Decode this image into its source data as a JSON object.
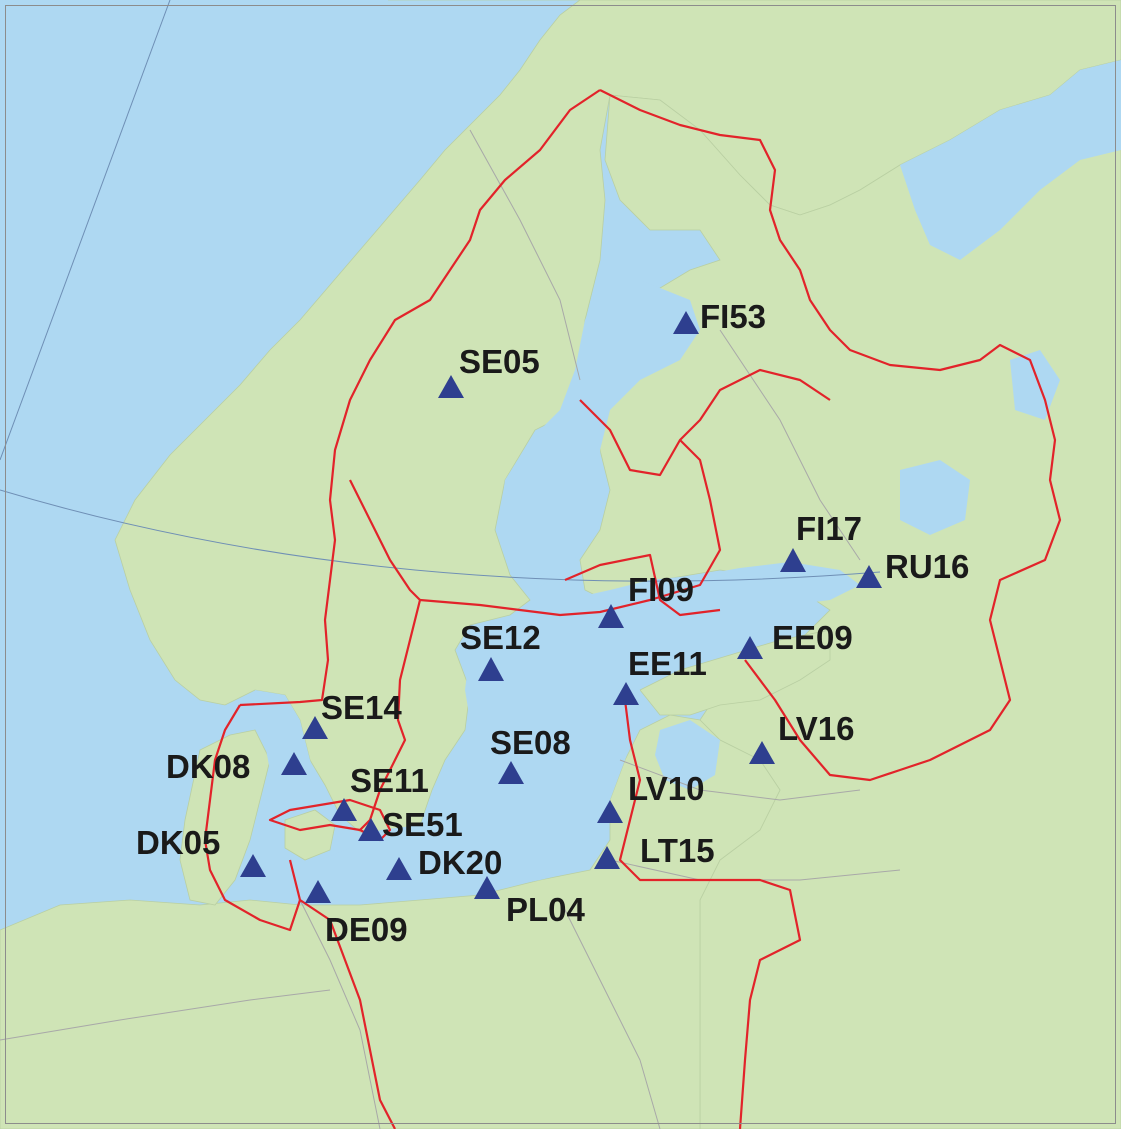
{
  "map": {
    "colors": {
      "sea": "#aed8f2",
      "land": "#cfe4b6",
      "border": "#e2232a",
      "marker": "#2e3f8f",
      "label": "#1a1a1a"
    },
    "stations": [
      {
        "id": "FI53",
        "label": "FI53"
      },
      {
        "id": "SE05",
        "label": "SE05"
      },
      {
        "id": "FI17",
        "label": "FI17"
      },
      {
        "id": "RU16",
        "label": "RU16"
      },
      {
        "id": "FI09",
        "label": "FI09"
      },
      {
        "id": "EE09",
        "label": "EE09"
      },
      {
        "id": "SE12",
        "label": "SE12"
      },
      {
        "id": "EE11",
        "label": "EE11"
      },
      {
        "id": "SE14",
        "label": "SE14"
      },
      {
        "id": "LV16",
        "label": "LV16"
      },
      {
        "id": "DK08",
        "label": "DK08"
      },
      {
        "id": "SE08",
        "label": "SE08"
      },
      {
        "id": "SE11",
        "label": "SE11"
      },
      {
        "id": "LV10",
        "label": "LV10"
      },
      {
        "id": "SE51",
        "label": "SE51"
      },
      {
        "id": "DK05",
        "label": "DK05"
      },
      {
        "id": "DK20",
        "label": "DK20"
      },
      {
        "id": "LT15",
        "label": "LT15"
      },
      {
        "id": "PL04",
        "label": "PL04"
      },
      {
        "id": "DE09",
        "label": "DE09"
      }
    ]
  }
}
